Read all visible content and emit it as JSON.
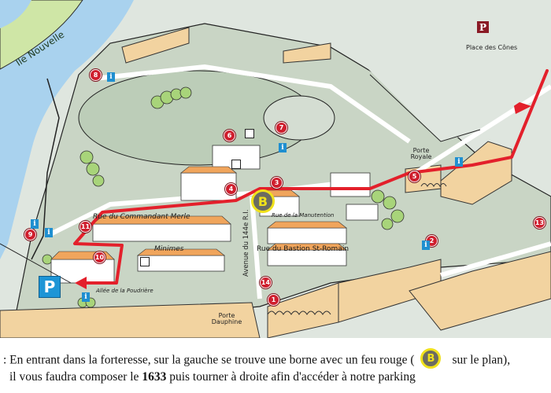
{
  "map": {
    "labels": {
      "island": "Ile Nouvelle",
      "place_des_cones": "Place des Cônes",
      "porte_royale": "Porte Royale",
      "porte_dauphine": "Porte Dauphine",
      "rue_commandant_merle": "Rue du Commandant Merle",
      "rue_minimes": "Minimes",
      "rue_manutention": "Rue de la Manutention",
      "rue_bastion": "Rue du Bastion St-Romain",
      "avenue": "Avenue du 144e R.I.",
      "allee_poudriere": "Allée de la Poudrière"
    },
    "markers": [
      {
        "id": "1",
        "label": "1"
      },
      {
        "id": "2",
        "label": "2"
      },
      {
        "id": "3",
        "label": "3"
      },
      {
        "id": "4",
        "label": "4"
      },
      {
        "id": "5",
        "label": "5"
      },
      {
        "id": "6",
        "label": "6"
      },
      {
        "id": "7",
        "label": "7"
      },
      {
        "id": "8",
        "label": "8"
      },
      {
        "id": "9",
        "label": "9"
      },
      {
        "id": "10",
        "label": "10"
      },
      {
        "id": "11",
        "label": "11"
      },
      {
        "id": "13",
        "label": "13"
      },
      {
        "id": "14",
        "label": "14"
      }
    ],
    "info_icon_label": "i",
    "parking_label": "P",
    "parking_place_label": "P",
    "barrier_badge_label": "B",
    "colors": {
      "route": "#e3202b",
      "marker": "#cf1f2e",
      "info": "#1f8fd0",
      "parking": "#1d95d6",
      "badge_fill": "#6b6b62",
      "badge_ring": "#f0e11b",
      "river": "#a9d2ee",
      "wall": "#f2d3a0"
    }
  },
  "caption": {
    "line1_prefix": ": En entrant dans la forteresse, sur la gauche se trouve une borne avec un feu rouge (",
    "line1_badge": "B",
    "line1_suffix": "sur le plan),",
    "line2_prefix": "il vous faudra composer le ",
    "line2_code": "1633",
    "line2_suffix": " puis tourner à droite afin d'accéder à notre parking"
  }
}
